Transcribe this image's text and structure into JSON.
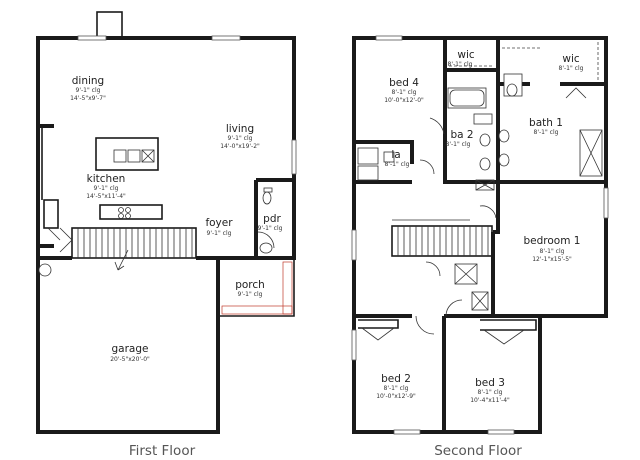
{
  "first_floor": {
    "title": "First Floor",
    "rooms": {
      "dining": {
        "name": "dining",
        "ceiling": "9'-1\" clg",
        "dims": "14'-5\"x9'-7\""
      },
      "living": {
        "name": "living",
        "ceiling": "9'-1\" clg",
        "dims": "14'-0\"x19'-2\""
      },
      "kitchen": {
        "name": "kitchen",
        "ceiling": "9'-1\" clg",
        "dims": "14'-5\"x11'-4\""
      },
      "foyer": {
        "name": "foyer",
        "ceiling": "9'-1\" clg"
      },
      "pdr": {
        "name": "pdr",
        "ceiling": "9'-1\" clg"
      },
      "porch": {
        "name": "porch",
        "ceiling": "9'-1\" clg"
      },
      "garage": {
        "name": "garage",
        "dims": "20'-5\"x20'-0\""
      }
    }
  },
  "second_floor": {
    "title": "Second Floor",
    "rooms": {
      "bed4": {
        "name": "bed 4",
        "ceiling": "8'-1\" clg",
        "dims": "10'-0\"x12'-0\""
      },
      "wic_left": {
        "name": "wic",
        "ceiling": "8'-1\" clg"
      },
      "wic_right": {
        "name": "wic",
        "ceiling": "8'-1\" clg"
      },
      "bath1": {
        "name": "bath 1",
        "ceiling": "8'-1\" clg"
      },
      "ba2": {
        "name": "ba 2",
        "ceiling": "8'-1\" clg"
      },
      "la": {
        "name": "la",
        "ceiling": "8'-1\" clg"
      },
      "bedroom1": {
        "name": "bedroom 1",
        "ceiling": "8'-1\" clg",
        "dims": "12'-1\"x15'-5\""
      },
      "bed2": {
        "name": "bed 2",
        "ceiling": "8'-1\" clg",
        "dims": "10'-0\"x12'-9\""
      },
      "bed3": {
        "name": "bed 3",
        "ceiling": "8'-1\" clg",
        "dims": "10'-4\"x11'-4\""
      }
    }
  }
}
